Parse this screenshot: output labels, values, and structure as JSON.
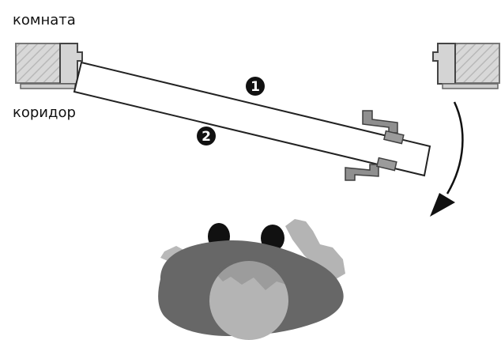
{
  "labels": {
    "room": "комната",
    "corridor": "коридор"
  },
  "markers": {
    "side_one": "1",
    "side_two": "2"
  },
  "colors": {
    "frame_fill": "#d8d8d8",
    "frame_stroke": "#555555",
    "handle_fill": "#8f8f8f",
    "door_fill": "#ffffff",
    "outline": "#111111",
    "body_dark": "#676767",
    "body_light": "#b4b4b4",
    "marker_fill": "#111111"
  }
}
